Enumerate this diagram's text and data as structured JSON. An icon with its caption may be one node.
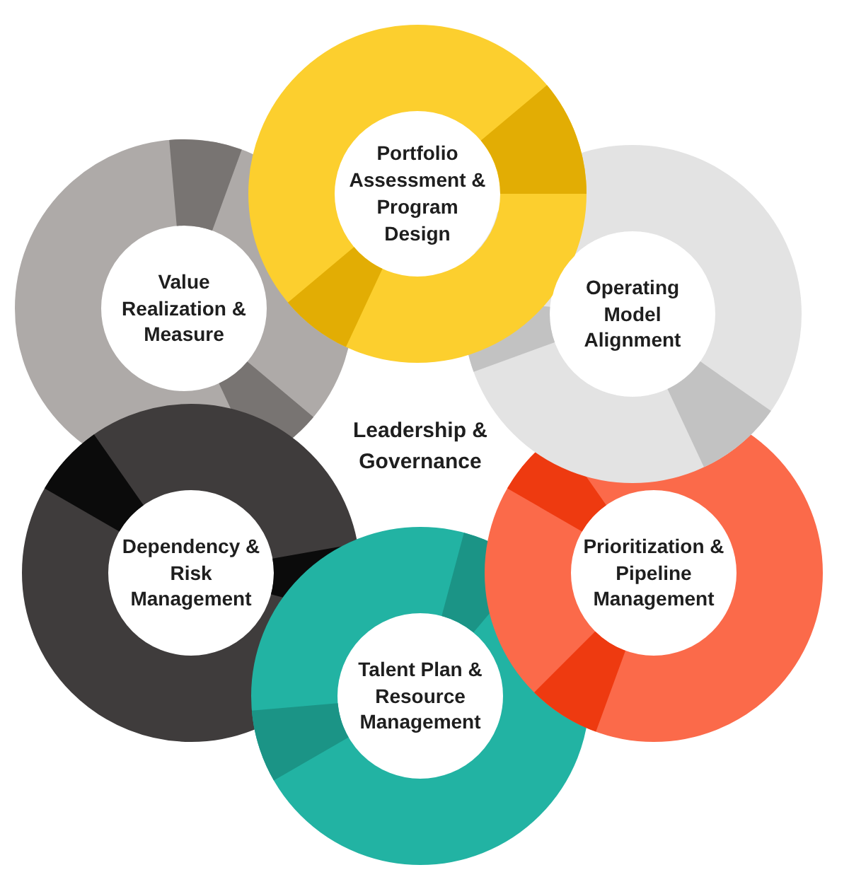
{
  "diagram": {
    "nodes": [
      {
        "text": [
          "Portfolio Assessment & Program Design"
        ]
      },
      {
        "text": [
          "Operating Model Alignment"
        ]
      },
      {
        "text": [
          "Prioritization & Pipeline Management"
        ]
      },
      {
        "text": [
          "Talent Plan & Resource Management"
        ]
      },
      {
        "text": [
          "Dependency & Risk Management"
        ]
      },
      {
        "text": [
          "Value Realization & Measure"
        ]
      }
    ],
    "labels": [
      "Leadership & Governance"
    ]
  }
}
